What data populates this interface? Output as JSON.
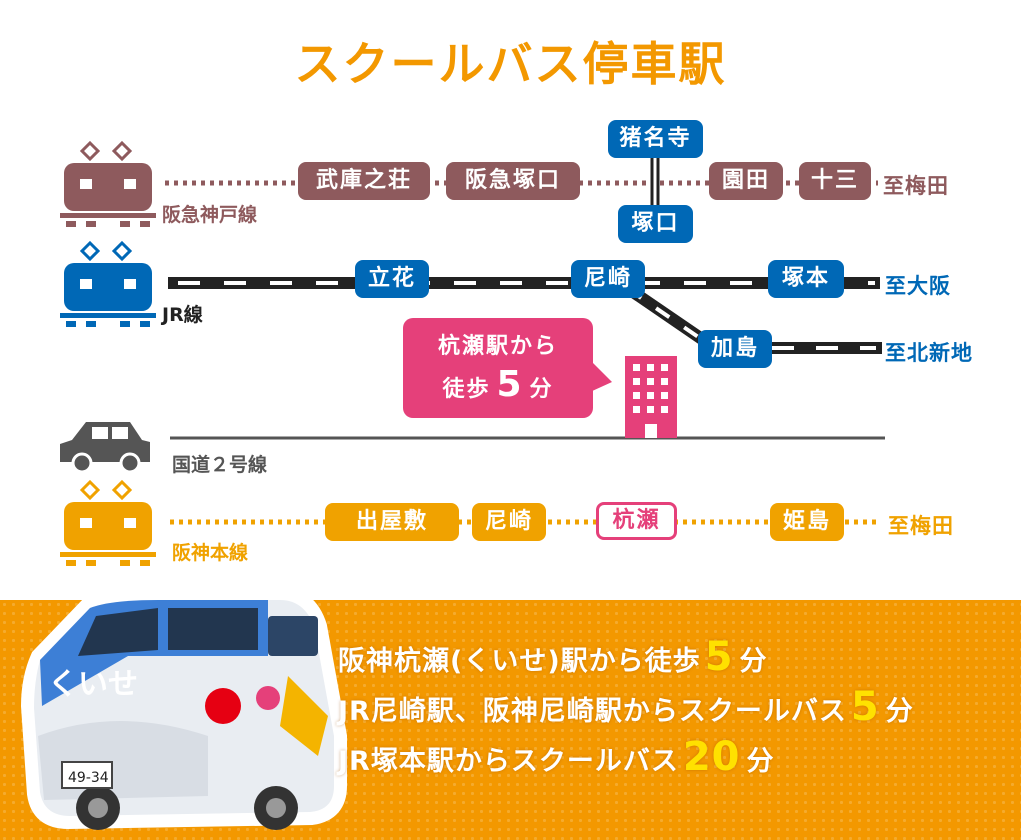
{
  "title": "スクールバス停車駅",
  "lines": {
    "hankyu": {
      "name": "阪急神戸線",
      "color": "#8e5a5d",
      "stations": [
        "武庫之荘",
        "阪急塚口",
        "園田",
        "十三"
      ],
      "destination": "至梅田",
      "branch": [
        "猪名寺",
        "塚口"
      ]
    },
    "jr": {
      "name": "JR線",
      "color": "#0068b6",
      "stations": [
        "立花",
        "尼崎",
        "塚本"
      ],
      "destination": "至大阪",
      "branch_station": "加島",
      "branch_destination": "至北新地"
    },
    "road": {
      "name": "国道２号線",
      "color": "#555555"
    },
    "hanshin": {
      "name": "阪神本線",
      "color": "#f0a200",
      "stations": [
        "出屋敷",
        "尼崎",
        "杭瀬",
        "姫島"
      ],
      "destination": "至梅田",
      "highlight_station": "杭瀬",
      "highlight_color": "#e5407a"
    }
  },
  "callout": {
    "line1": "杭瀬駅から",
    "prefix": "徒歩",
    "number": "5",
    "unit": "分"
  },
  "van": {
    "brand": "くいせ",
    "plate": "49-34"
  },
  "access": [
    {
      "text": "阪神杭瀬(くいせ)駅から徒歩",
      "number": "5",
      "unit": "分"
    },
    {
      "text": "JR尼崎駅、阪神尼崎駅からスクールバス",
      "number": "5",
      "unit": "分"
    },
    {
      "text": "JR塚本駅からスクールバス",
      "number": "20",
      "unit": "分"
    }
  ],
  "colors": {
    "title": "#f39800",
    "bottom_band": "#f39800",
    "access_number": "#ffe100"
  }
}
